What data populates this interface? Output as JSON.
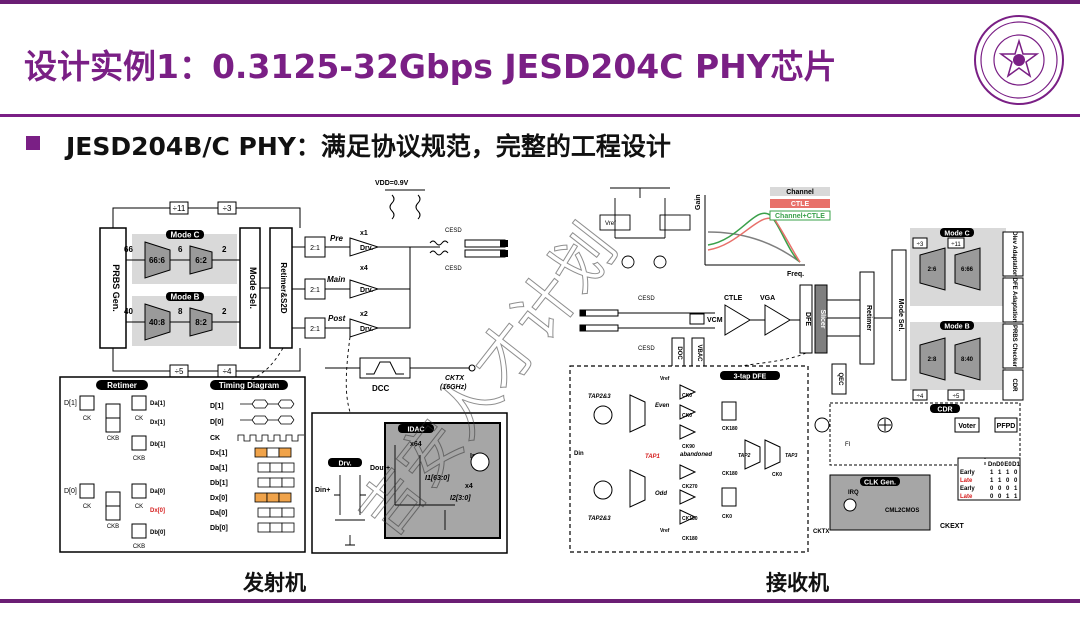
{
  "slide": {
    "title": "设计实例1：0.3125-32Gbps JESD204C PHY芯片",
    "subtitle": "JESD204B/C PHY：满足协议规范，完整的工程设计",
    "captions": {
      "transmitter": "发射机",
      "receiver": "接收机"
    },
    "watermark_text": "吉安人才计划",
    "logo": "tsinghua-university-seal"
  },
  "tx": {
    "labels": {
      "prbs": "PRBS Gen.",
      "mode_sel": "Mode Sel.",
      "retimer_s2d": "Retimer&S2D",
      "mode_c": "Mode C",
      "mode_b": "Mode B",
      "mux66": "66:6",
      "mux62": "6:2",
      "mux40": "40:8",
      "mux82": "8:2",
      "div11": "÷11",
      "div3": "÷3",
      "div5": "÷5",
      "div4": "÷4",
      "n66": "66",
      "n6": "6",
      "n2": "2",
      "n40": "40",
      "n8": "8",
      "n11": "11",
      "n3": "3",
      "n5": "5",
      "n4": "4",
      "pre": "Pre",
      "main": "Main",
      "post": "Post",
      "x1": "x1",
      "x4": "x4",
      "x2": "x2",
      "drv": "Drv.",
      "mux21": "2:1",
      "vdd": "VDD=0.9V",
      "cesd": "CESD",
      "dcc": "DCC",
      "cktx": "CKTX",
      "freq16": "(16GHz)",
      "retimer": "Retimer",
      "timing": "Timing Diagram",
      "idac": "IDAC",
      "x64": "x64",
      "x4b": "x4",
      "i1": "I1[63:0]",
      "i2": "I2[3:0]",
      "iref": "Iref",
      "drv_small": "Drv.",
      "dinp": "Din+",
      "doutp": "Dout+",
      "d1": "D[1]",
      "d0": "D[0]",
      "ck": "CK",
      "ckb": "CKB",
      "td1": "D[1]",
      "td0": "D[0]",
      "tck": "CK",
      "tdm1": "Dx[1]",
      "tda1": "Da[1]",
      "tdb1": "Db[1]",
      "tdm0": "Dx[0]",
      "tda0": "Da[0]",
      "tdb0": "Db[0]"
    }
  },
  "rx": {
    "labels": {
      "gain": "Gain",
      "freq": "Freq.",
      "legend_channel": "Channel",
      "legend_ctle": "CTLE",
      "legend_both": "Channel+CTLE",
      "ctle": "CTLE",
      "vga": "VGA",
      "dfe": "DFE",
      "slicer": "Slicer",
      "retimer": "Retimer",
      "mode_sel": "Mode Sel.",
      "vcm": "VCM",
      "doc": "DOC",
      "vbac": "VBAC",
      "cesd": "CESD",
      "dev_adapt": "Dlev Adaptation",
      "dfe_adapt": "DFE Adaptation",
      "prbs_check": "PRBS Checker",
      "cdr": "CDR",
      "mode_c": "Mode C",
      "mode_b": "Mode B",
      "div3": "÷3",
      "div11": "÷11",
      "div4": "÷4",
      "div5": "÷5",
      "d26": "2:6",
      "d666": "6:66",
      "d28": "2:8",
      "d840": "8:40",
      "qec": "QEC",
      "dfe3": "3-tap DFE",
      "tap23": "TAP2&3",
      "tap1": "TAP1",
      "tap2": "TAP2",
      "tap3": "TAP3",
      "even": "Even",
      "odd": "Odd",
      "abandoned": "abandoned",
      "ck0": "CK0",
      "ck90": "CK90",
      "ck180": "CK180",
      "ck270": "CK270",
      "vref": "Vref",
      "din": "Din",
      "voter": "Voter",
      "pfpd": "PFPD",
      "clkgen": "CLK Gen.",
      "irq": "IRQ",
      "cml2cmos": "CML2CMOS",
      "ckext": "CKEXT",
      "cktx": "CKTX",
      "fi": "FI"
    },
    "truth_table": {
      "headers": [
        "Dn",
        "D0",
        "E0",
        "D1"
      ],
      "rows": [
        {
          "label": "Early",
          "vals": [
            "1",
            "1",
            "1",
            "0"
          ]
        },
        {
          "label": "Late",
          "vals": [
            "1",
            "1",
            "0",
            "0"
          ]
        },
        {
          "label": "Early",
          "vals": [
            "0",
            "0",
            "0",
            "1"
          ]
        },
        {
          "label": "Late",
          "vals": [
            "0",
            "0",
            "1",
            "1"
          ]
        }
      ]
    }
  },
  "colors": {
    "accent": "#7a1f85",
    "mode_c_fill": "#d9d9d9",
    "curve_channel": "#7f7f7f",
    "curve_ctle": "#e8706a",
    "curve_both": "#3aa04a",
    "late_red": "#d62020",
    "timing_orange": "#f0a34a",
    "idac_gray": "#a6a6a6"
  }
}
